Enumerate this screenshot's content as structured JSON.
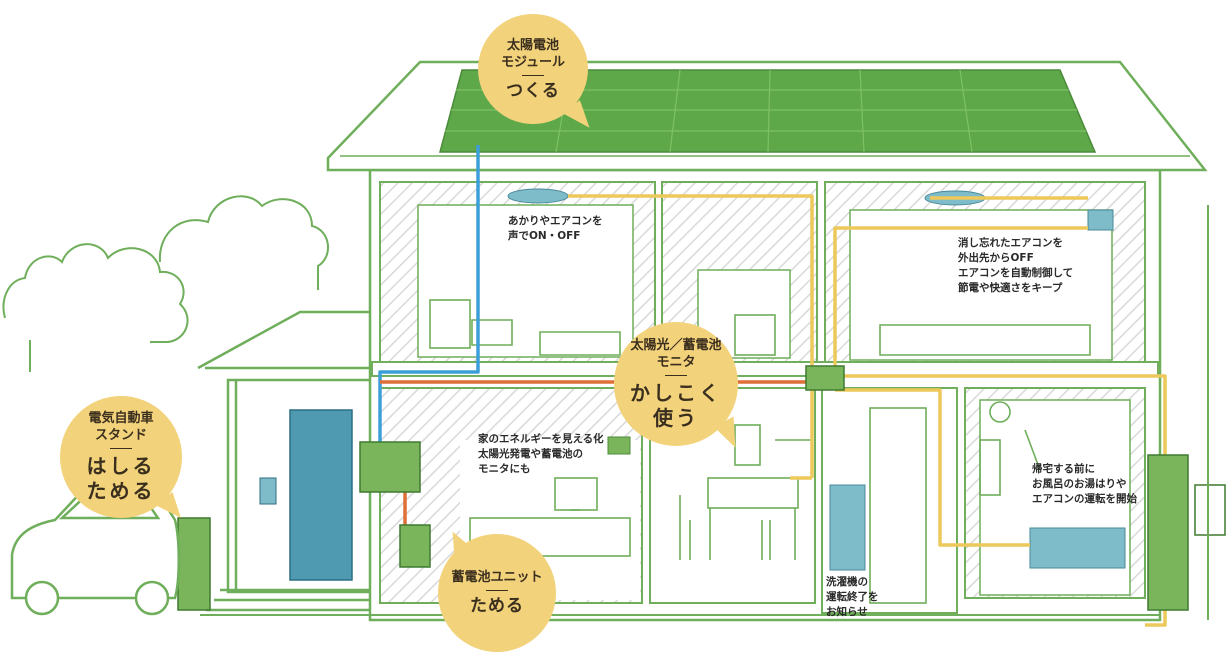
{
  "bubbles": {
    "solar_module": {
      "line1": "太陽電池",
      "line2": "モジュール",
      "verb": "つくる"
    },
    "monitor": {
      "line1": "太陽光／蓄電池",
      "line2": "モニタ",
      "verb1": "かしこく",
      "verb2": "使う"
    },
    "ev_stand": {
      "line1": "電気自動車",
      "line2": "スタンド",
      "verb1": "はしる",
      "verb2": "ためる"
    },
    "battery": {
      "line1": "蓄電池ユニット",
      "verb": "ためる"
    }
  },
  "notes": {
    "voice": [
      "あかりやエアコンを",
      "声でON・OFF"
    ],
    "aircon": [
      "消し忘れたエアコンを",
      "外出先からOFF",
      "エアコンを自動制御して",
      "節電や快適さをキープ"
    ],
    "energy": [
      "家のエネルギーを見える化",
      "太陽光発電や蓄電池の",
      "モニタにも"
    ],
    "bath": [
      "帰宅する前に",
      "お風呂のお湯はりや",
      "エアコンの運転を開始"
    ],
    "washer": [
      "洗濯機の",
      "運転終了を",
      "お知らせ"
    ]
  },
  "colors": {
    "house_line": "#6fae5a",
    "solar_panel": "#5ea84a",
    "equipment": "#7ab55c",
    "blue_line": "#3d9fd9",
    "orange_line": "#de6f37",
    "yellow_line": "#ecc95a",
    "bubble": "#f2d27a",
    "blue_fixture": "#7fbcc9"
  }
}
